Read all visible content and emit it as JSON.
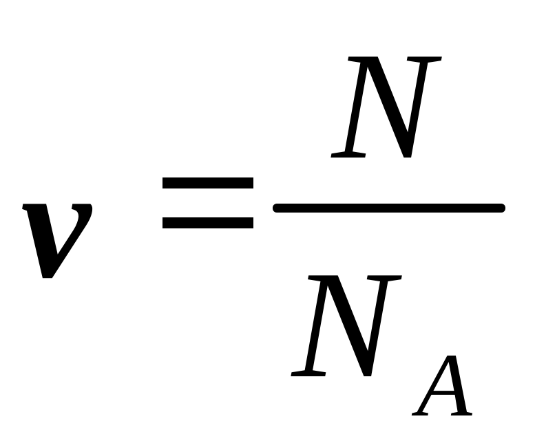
{
  "formula": {
    "lhs_symbol": "ν",
    "numerator": "N",
    "denominator": "N",
    "denominator_subscript": "A"
  },
  "colors": {
    "ink": "#000000",
    "background": "#ffffff"
  }
}
